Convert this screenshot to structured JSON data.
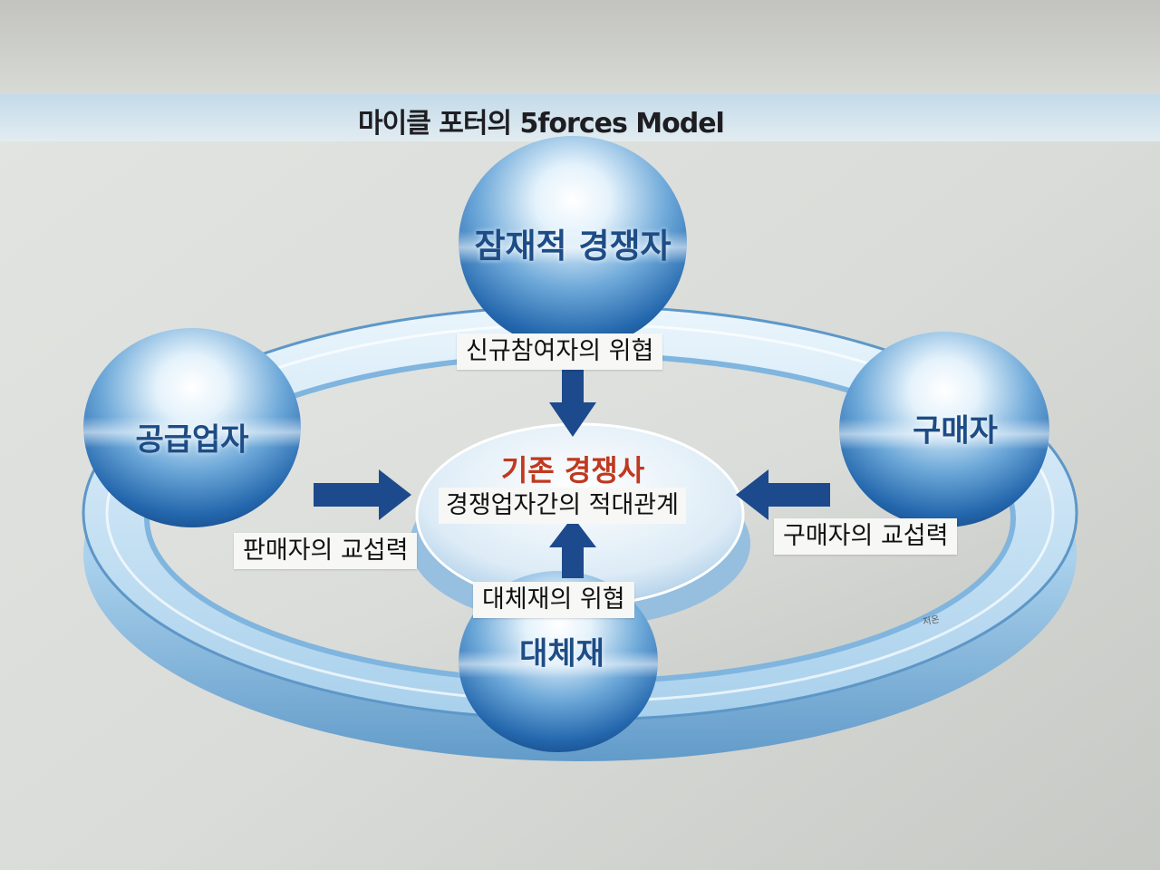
{
  "title": "마이클 포터의 5forces Model",
  "center": {
    "title": "기존 경쟁사",
    "subtitle": "경쟁업자간의 적대관계"
  },
  "nodes": {
    "top": "잠재적 경쟁자",
    "left": "공급업자",
    "right": "구매자",
    "bottom": "대체재"
  },
  "forces": {
    "top": "신규참여자의 위협",
    "left": "판매자의 교섭력",
    "right": "구매자의 교섭력",
    "bottom": "대체재의 위협"
  },
  "stamp": "저온",
  "colors": {
    "sphere": "#2f7cc0",
    "ring": "#8fc3e6",
    "arrow": "#1d4a8c",
    "center_title": "#c0391f"
  }
}
